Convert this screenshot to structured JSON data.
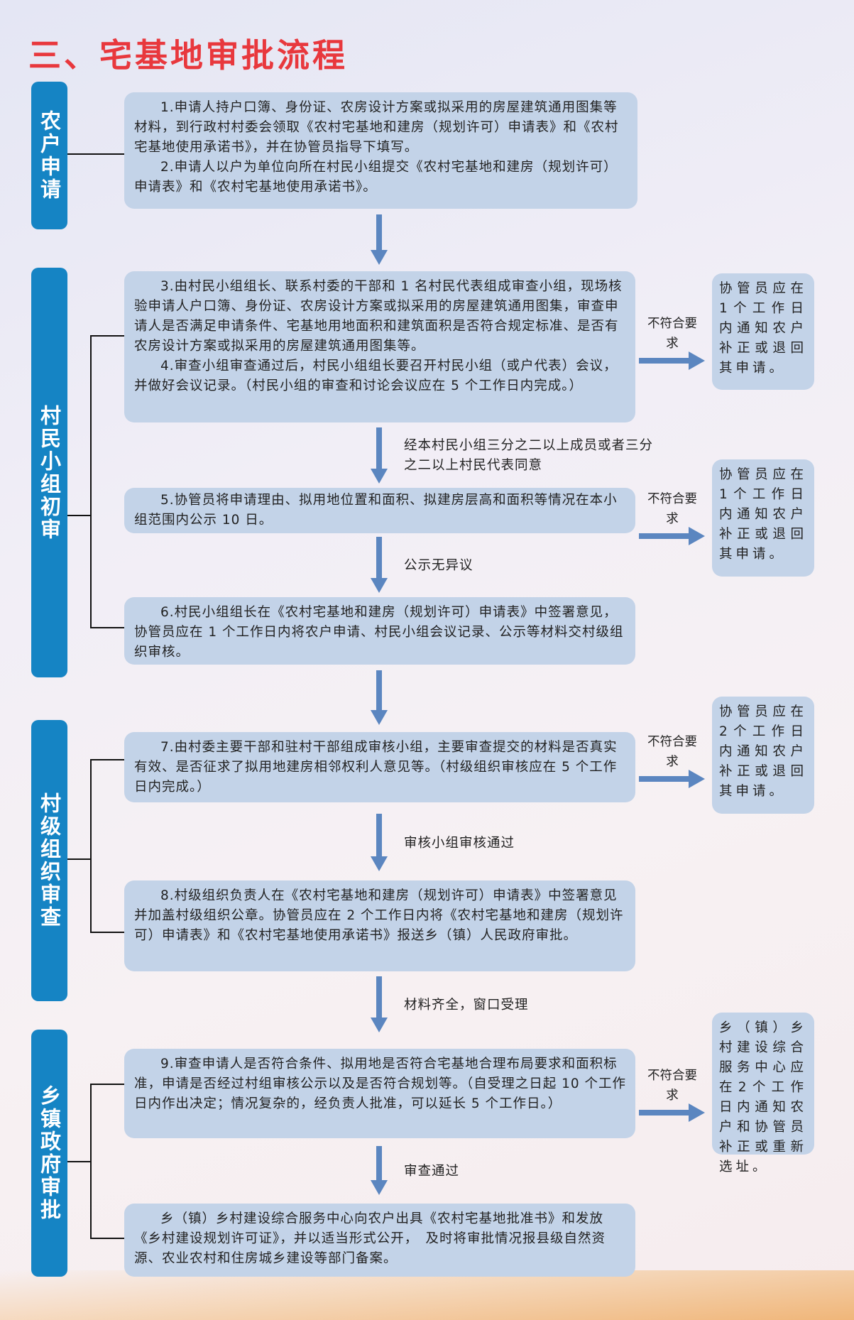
{
  "title": "三、宅基地审批流程",
  "stages": [
    "农户申请",
    "村民小组初审",
    "村级组织审查",
    "乡镇政府审批"
  ],
  "steps": [
    {
      "paragraphs": [
        "1.申请人持户口簿、身份证、农房设计方案或拟采用的房屋建筑通用图集等材料，到行政村村委会领取《农村宅基地和建房（规划许可）申请表》和《农村宅基地使用承诺书》，并在协管员指导下填写。",
        "2.申请人以户为单位向所在村民小组提交《农村宅基地和建房（规划许可）申请表》和《农村宅基地使用承诺书》。"
      ]
    },
    {
      "paragraphs": [
        "3.由村民小组组长、联系村委的干部和 1 名村民代表组成审查小组，现场核验申请人户口簿、身份证、农房设计方案或拟采用的房屋建筑通用图集，审查申请人是否满足申请条件、宅基地用地面积和建筑面积是否符合规定标准、是否有农房设计方案或拟采用的房屋建筑通用图集等。",
        "4.审查小组审查通过后，村民小组组长要召开村民小组（或户代表）会议，并做好会议记录。（村民小组的审查和讨论会议应在 5 个工作日内完成。）"
      ]
    },
    {
      "paragraphs": [
        "5.协管员将申请理由、拟用地位置和面积、拟建房层高和面积等情况在本小组范围内公示 10 日。"
      ]
    },
    {
      "paragraphs": [
        "6.村民小组组长在《农村宅基地和建房（规划许可）申请表》中签署意见，协管员应在 1 个工作日内将农户申请、村民小组会议记录、公示等材料交村级组织审核。"
      ]
    },
    {
      "paragraphs": [
        "7.由村委主要干部和驻村干部组成审核小组，主要审查提交的材料是否真实有效、是否征求了拟用地建房相邻权利人意见等。（村级组织审核应在 5 个工作日内完成。）"
      ]
    },
    {
      "paragraphs": [
        "8.村级组织负责人在《农村宅基地和建房（规划许可）申请表》中签署意见并加盖村级组织公章。协管员应在 2 个工作日内将《农村宅基地和建房（规划许可）申请表》和《农村宅基地使用承诺书》报送乡（镇）人民政府审批。"
      ]
    },
    {
      "paragraphs": [
        "9.审查申请人是否符合条件、拟用地是否符合宅基地合理布局要求和面积标准，申请是否经过村组审核公示以及是否符合规划等。（自受理之日起 10 个工作日内作出决定；情况复杂的，经负责人批准，可以延长 5 个工作日。）"
      ]
    },
    {
      "paragraphs": [
        "乡（镇）乡村建设综合服务中心向农户出具《农村宅基地批准书》和发放《乡村建设规划许可证》，并以适当形式公开，　及时将审批情况报县级自然资源、农业农村和住房城乡建设等部门备案。"
      ]
    }
  ],
  "reject_label": "不符合要求",
  "side_notes": [
    "协管员应在1个工作日内通知农户补正或退回其申请。",
    "协管员应在1个工作日内通知农户补正或退回其申请。",
    "协管员应在2个工作日内通知农户补正或退回其申请。",
    "乡（镇）乡村建设综合服务中心应在2个工作日内通知农户和协管员补正或重新选址。"
  ],
  "transitions": [
    "",
    "经本村民小组三分之二以上成员或者三分之二以上村民代表同意",
    "公示无异议",
    "",
    "审核小组审核通过",
    "材料齐全，窗口受理",
    "审查通过"
  ],
  "colors": {
    "title": "#e8383d",
    "stage": "#1584c4",
    "box": "#c3d3e8",
    "arrow": "#5b86c0"
  }
}
